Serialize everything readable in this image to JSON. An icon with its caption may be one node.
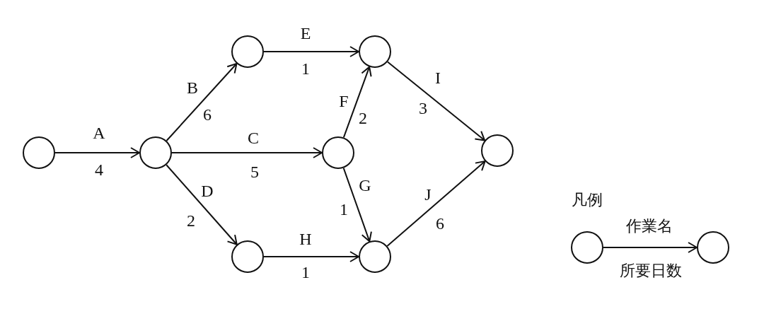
{
  "diagram": {
    "nodes": [
      {
        "text": [],
        "shape": "circle"
      },
      {
        "text": [],
        "shape": "circle"
      },
      {
        "text": [],
        "shape": "circle"
      },
      {
        "text": [],
        "shape": "circle"
      },
      {
        "text": [],
        "shape": "circle"
      },
      {
        "text": [],
        "shape": "circle"
      },
      {
        "text": [],
        "shape": "circle"
      },
      {
        "text": [],
        "shape": "circle"
      },
      {
        "text": [],
        "shape": "circle"
      },
      {
        "text": [],
        "shape": "circle"
      }
    ],
    "edges": [
      {
        "from": 0,
        "to": 1,
        "arrow": "to",
        "label": "A"
      },
      {
        "from": 1,
        "to": 2,
        "arrow": "to",
        "label": "B"
      },
      {
        "from": 1,
        "to": 4,
        "arrow": "to",
        "label": "C"
      },
      {
        "from": 1,
        "to": 3,
        "arrow": "to",
        "label": "D"
      },
      {
        "from": 2,
        "to": 5,
        "arrow": "to",
        "label": "E"
      },
      {
        "from": 4,
        "to": 5,
        "arrow": "to",
        "label": "F"
      },
      {
        "from": 4,
        "to": 6,
        "arrow": "to",
        "label": "G"
      },
      {
        "from": 3,
        "to": 6,
        "arrow": "to",
        "label": "H"
      },
      {
        "from": 5,
        "to": 7,
        "arrow": "to",
        "label": "I"
      },
      {
        "from": 6,
        "to": 7,
        "arrow": "to",
        "label": "J"
      },
      {
        "from": 8,
        "to": 9,
        "arrow": "to",
        "label": "作業名"
      }
    ],
    "labels": [
      "4",
      "6",
      "5",
      "2",
      "1",
      "2",
      "1",
      "1",
      "3",
      "6",
      "凡例",
      "所要日数"
    ]
  }
}
